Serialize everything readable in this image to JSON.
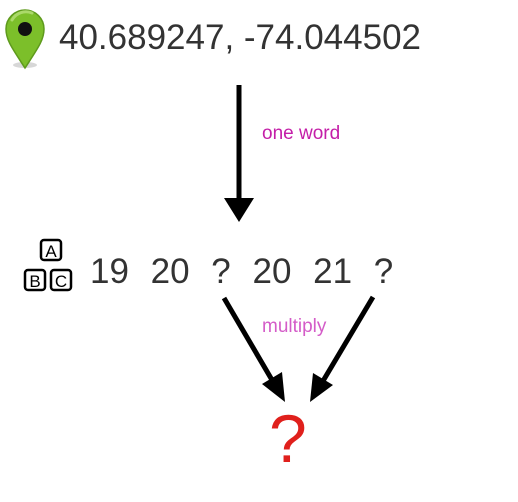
{
  "coordinates": {
    "text": "40.689247, -74.044502"
  },
  "labels": {
    "one_word": "one word",
    "multiply": "multiply"
  },
  "sequence": {
    "text": "19  20  ?  20  21  ?"
  },
  "blocks": {
    "top": "A",
    "bottom_left": "B",
    "bottom_right": "C"
  },
  "result": {
    "text": "?"
  },
  "icons": {
    "location": "map-pin-icon",
    "blocks": "abc-blocks-icon"
  },
  "colors": {
    "pin": "#7cbf2a",
    "one_word": "#c41ea8",
    "multiply": "#d45cc8",
    "result": "#e0201c",
    "text": "#333333",
    "arrow": "#000000"
  }
}
